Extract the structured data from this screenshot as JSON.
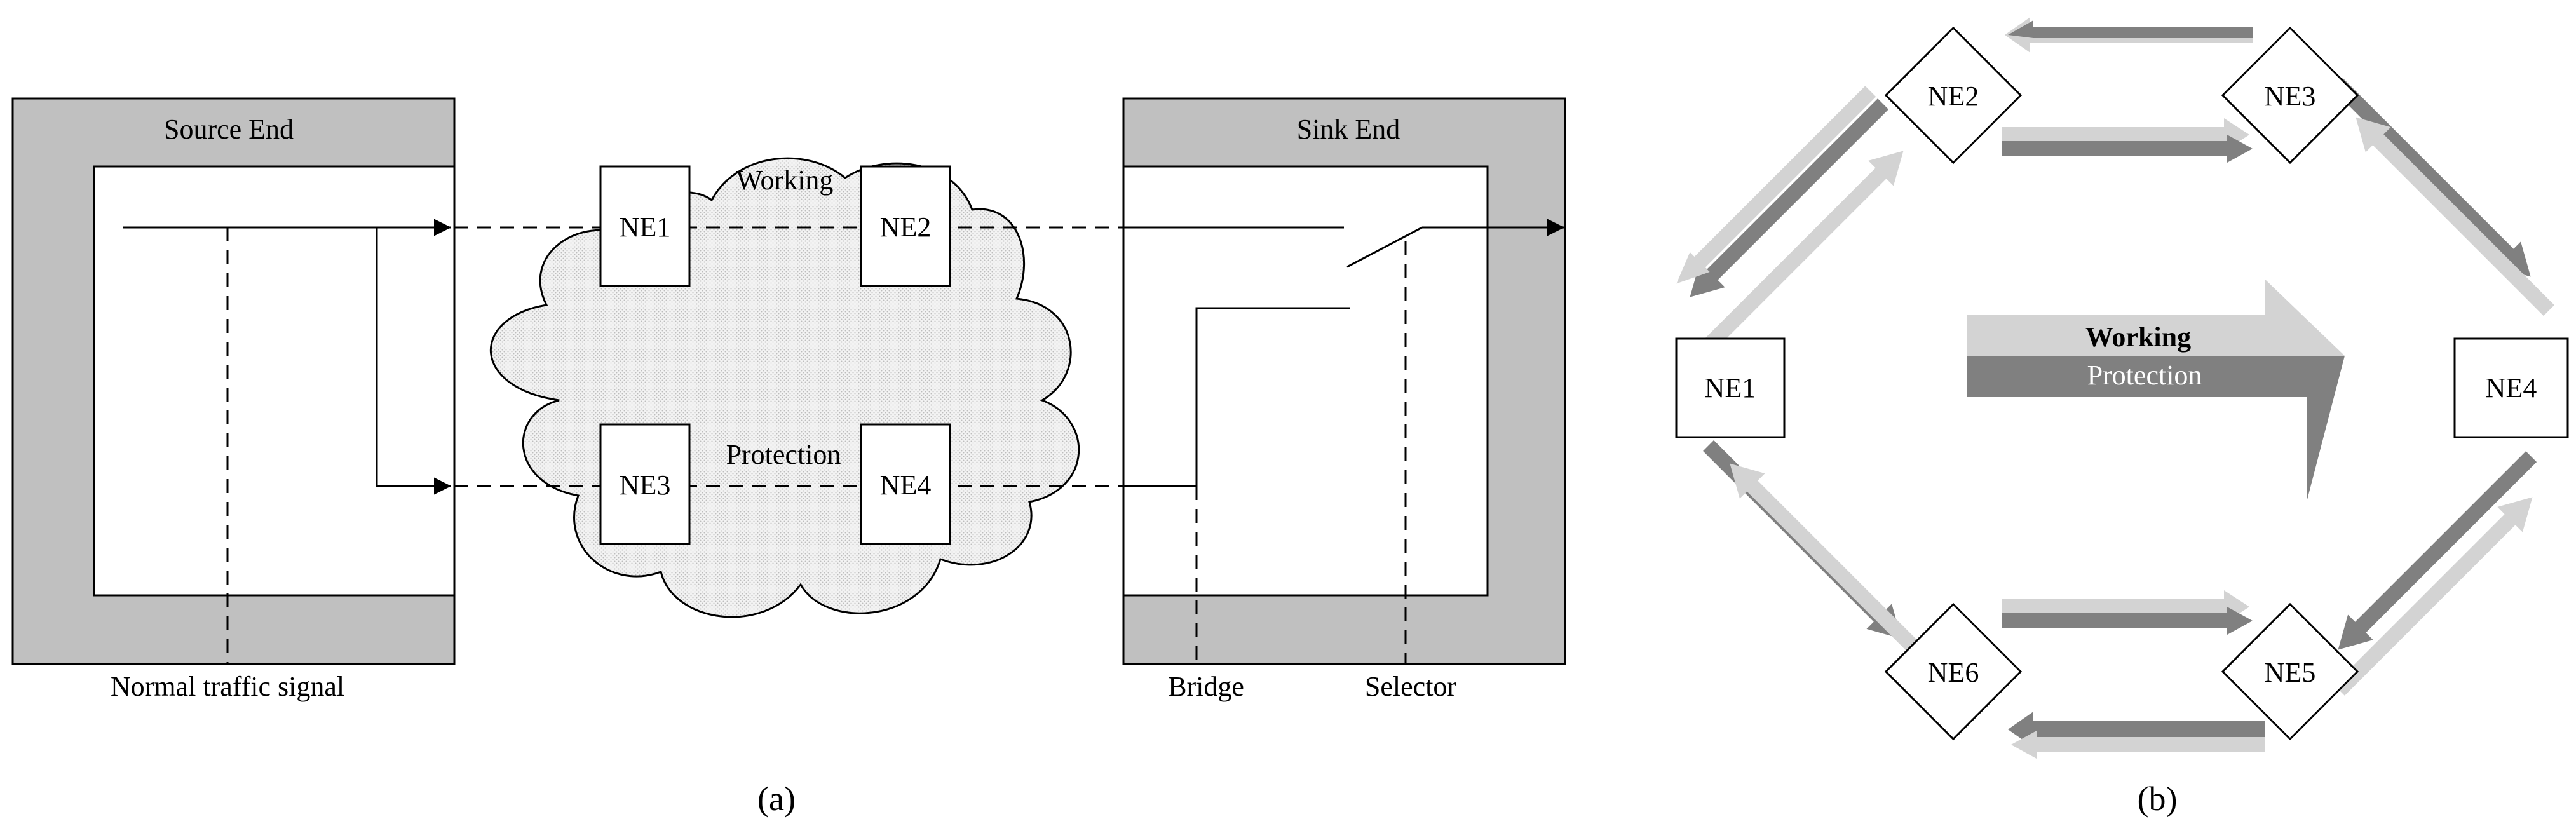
{
  "panel_a": {
    "source_end": "Source End",
    "sink_end": "Sink End",
    "normal_traffic_signal": "Normal traffic signal",
    "bridge": "Bridge",
    "selector": "Selector",
    "working": "Working",
    "protection": "Protection",
    "nodes": [
      "NE1",
      "NE2",
      "NE3",
      "NE4"
    ],
    "caption": "(a)"
  },
  "panel_b": {
    "nodes": [
      "NE1",
      "NE2",
      "NE3",
      "NE4",
      "NE5",
      "NE6"
    ],
    "legend_working": "Working",
    "legend_protection": "Protection",
    "caption": "(b)"
  },
  "colors": {
    "panel_gray": "#c0c0c0",
    "working_light": "#d3d3d3",
    "protection_dark": "#808080",
    "line": "#000000"
  }
}
